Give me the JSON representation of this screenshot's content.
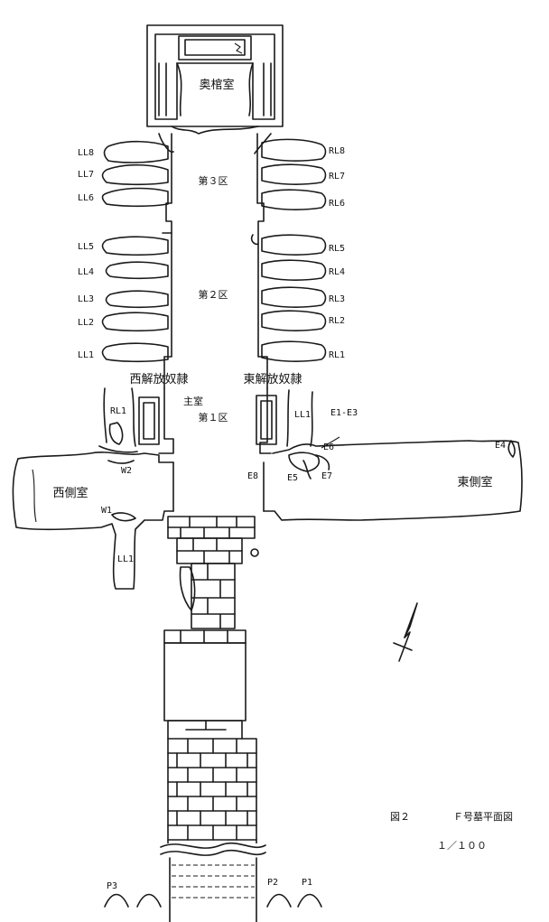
{
  "rooms": {
    "rear_chamber": "奥棺室",
    "section3": "第３区",
    "section2": "第２区",
    "section1": "第１区",
    "main_chamber": "主室",
    "west_freedmen": "西解放奴隷",
    "east_freedmen": "東解放奴隷",
    "west_side_room": "西側室",
    "east_side_room": "東側室"
  },
  "niches_left": [
    "LL8",
    "LL7",
    "LL6",
    "LL5",
    "LL4",
    "LL3",
    "LL2",
    "LL1"
  ],
  "niches_right": [
    "RL8",
    "RL7",
    "RL6",
    "RL5",
    "RL4",
    "RL3",
    "RL2",
    "RL1"
  ],
  "small_labels": {
    "rl1_west": "RL1",
    "ll1_east": "LL1",
    "w2": "W2",
    "w1": "W1",
    "ll1_west": "LL1",
    "e1_e3": "E1-E3",
    "e6": "E6",
    "e4": "E4",
    "e8": "E8",
    "e5": "E5",
    "e7": "E7",
    "p1": "P1",
    "p2": "P2",
    "p3": "P3"
  },
  "caption": {
    "figure_no": "図２",
    "title": "Ｆ号墓平面図",
    "scale": "１／１００"
  }
}
